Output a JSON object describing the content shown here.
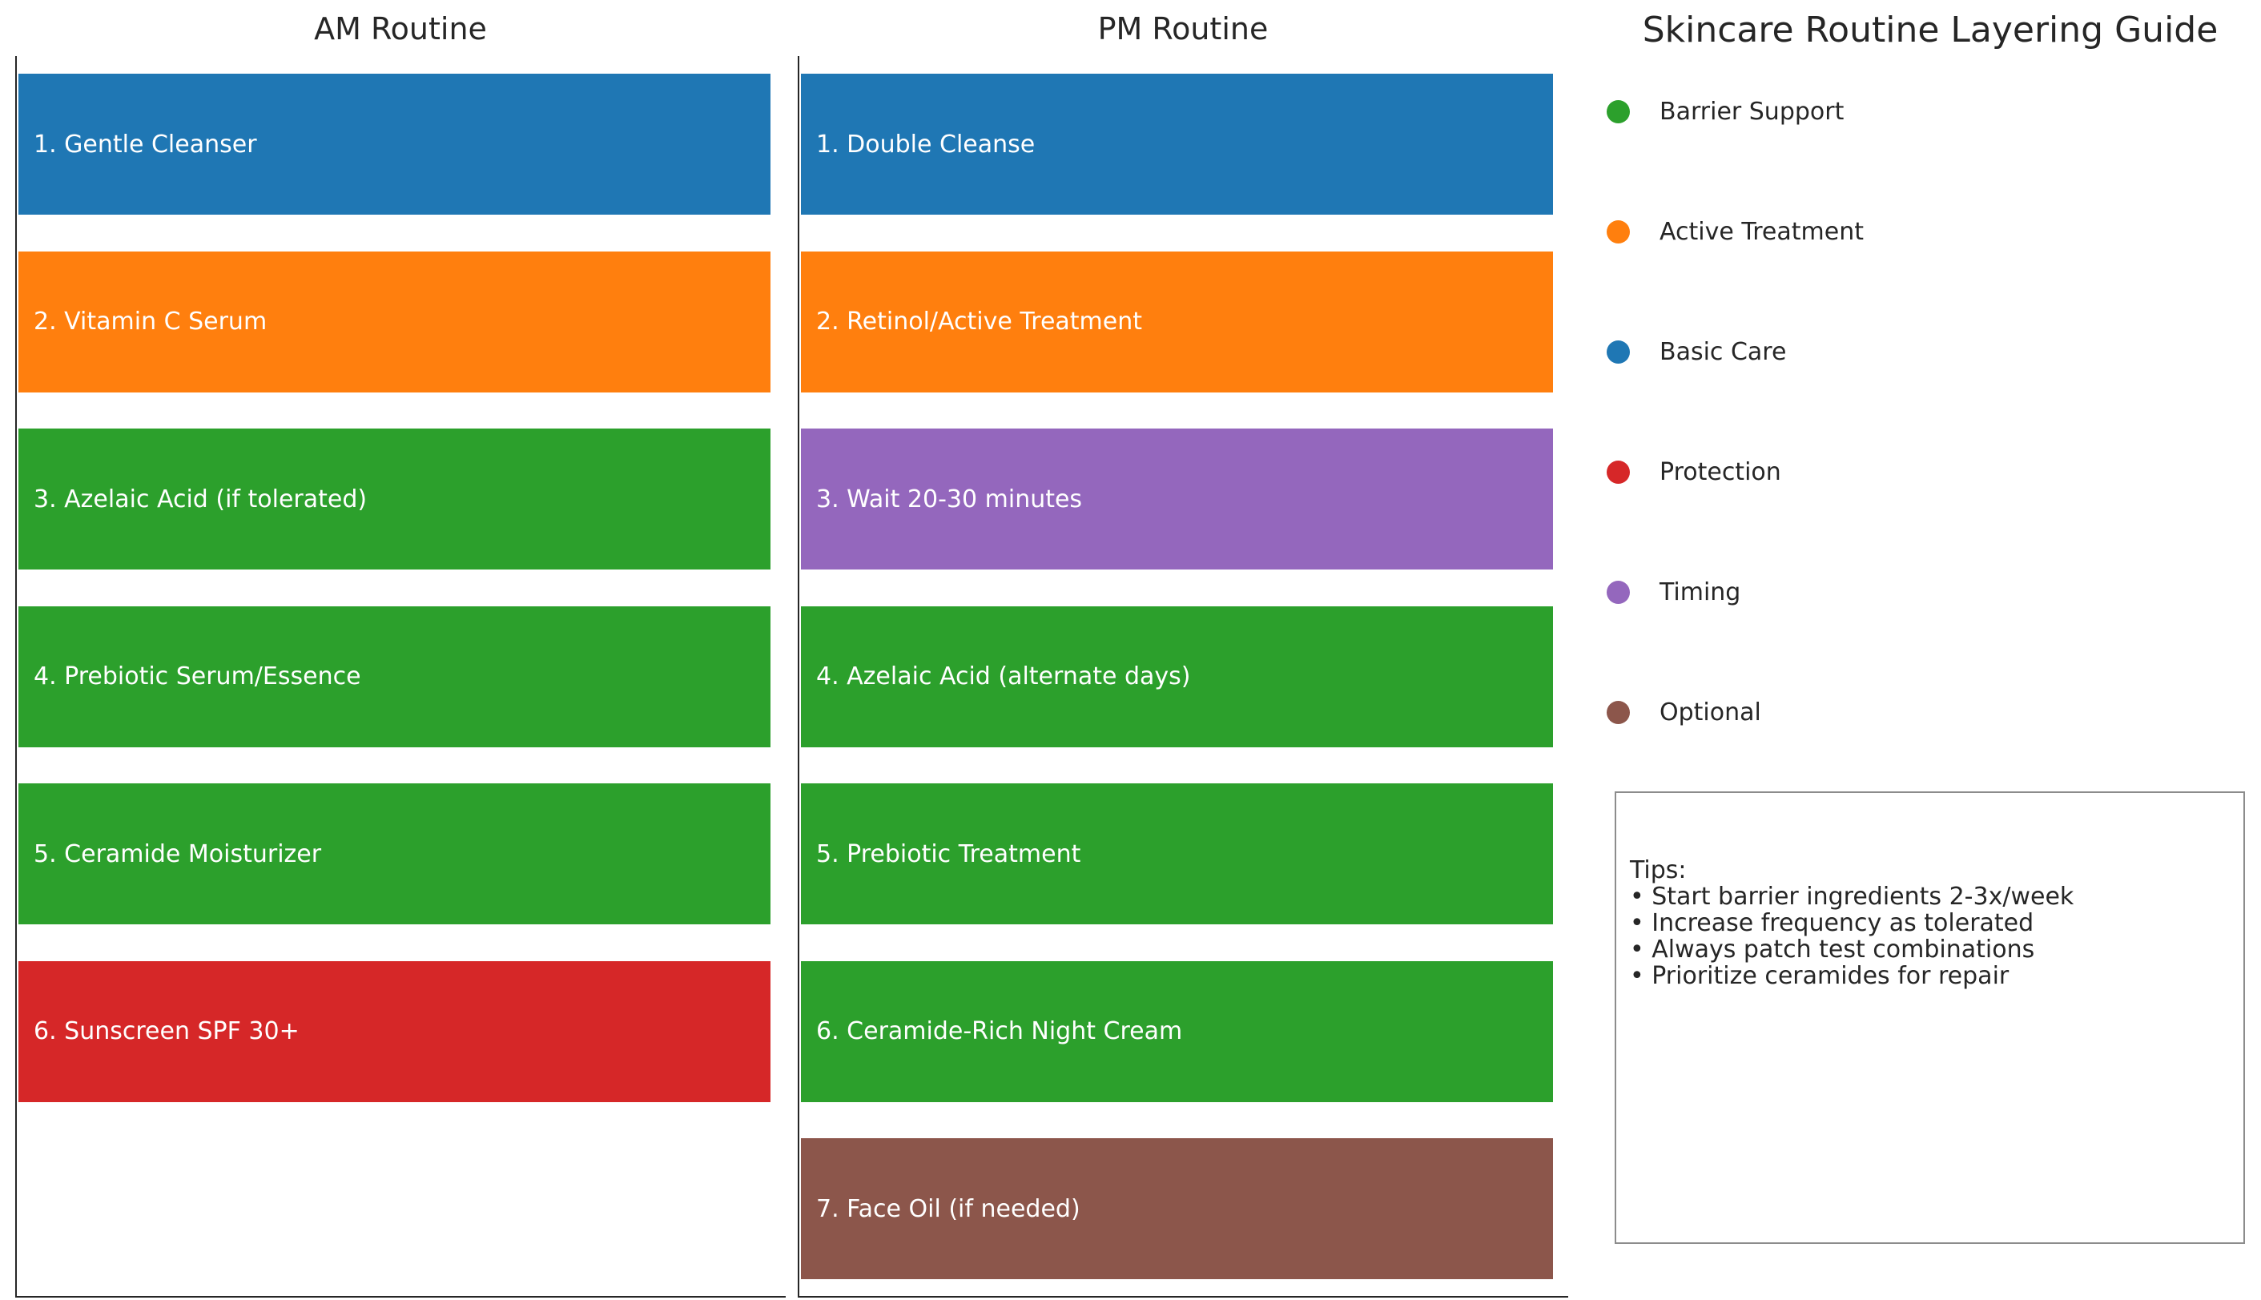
{
  "am": {
    "title": "AM Routine",
    "steps": [
      {
        "label": "1. Gentle Cleanser",
        "category": "Basic Care"
      },
      {
        "label": "2. Vitamin C Serum",
        "category": "Active Treatment"
      },
      {
        "label": "3. Azelaic Acid (if tolerated)",
        "category": "Barrier Support"
      },
      {
        "label": "4. Prebiotic Serum/Essence",
        "category": "Barrier Support"
      },
      {
        "label": "5. Ceramide Moisturizer",
        "category": "Barrier Support"
      },
      {
        "label": "6. Sunscreen SPF 30+",
        "category": "Protection"
      }
    ]
  },
  "pm": {
    "title": "PM Routine",
    "steps": [
      {
        "label": "1. Double Cleanse",
        "category": "Basic Care"
      },
      {
        "label": "2. Retinol/Active Treatment",
        "category": "Active Treatment"
      },
      {
        "label": "3. Wait 20-30 minutes",
        "category": "Timing"
      },
      {
        "label": "4. Azelaic Acid (alternate days)",
        "category": "Barrier Support"
      },
      {
        "label": "5. Prebiotic Treatment",
        "category": "Barrier Support"
      },
      {
        "label": "6. Ceramide-Rich Night Cream",
        "category": "Barrier Support"
      },
      {
        "label": "7. Face Oil (if needed)",
        "category": "Optional"
      }
    ]
  },
  "guide": {
    "title": "Skincare Routine Layering Guide"
  },
  "legend": [
    {
      "label": "Barrier Support",
      "color": "#2ca02c"
    },
    {
      "label": "Active Treatment",
      "color": "#ff7f0e"
    },
    {
      "label": "Basic Care",
      "color": "#1f77b4"
    },
    {
      "label": "Protection",
      "color": "#d62728"
    },
    {
      "label": "Timing",
      "color": "#9467bd"
    },
    {
      "label": "Optional",
      "color": "#8c564b"
    }
  ],
  "tips": {
    "heading": "Tips:",
    "items": [
      "• Start barrier ingredients 2-3x/week",
      "• Increase frequency as tolerated",
      "• Always patch test combinations",
      "• Prioritize ceramides for repair"
    ]
  }
}
